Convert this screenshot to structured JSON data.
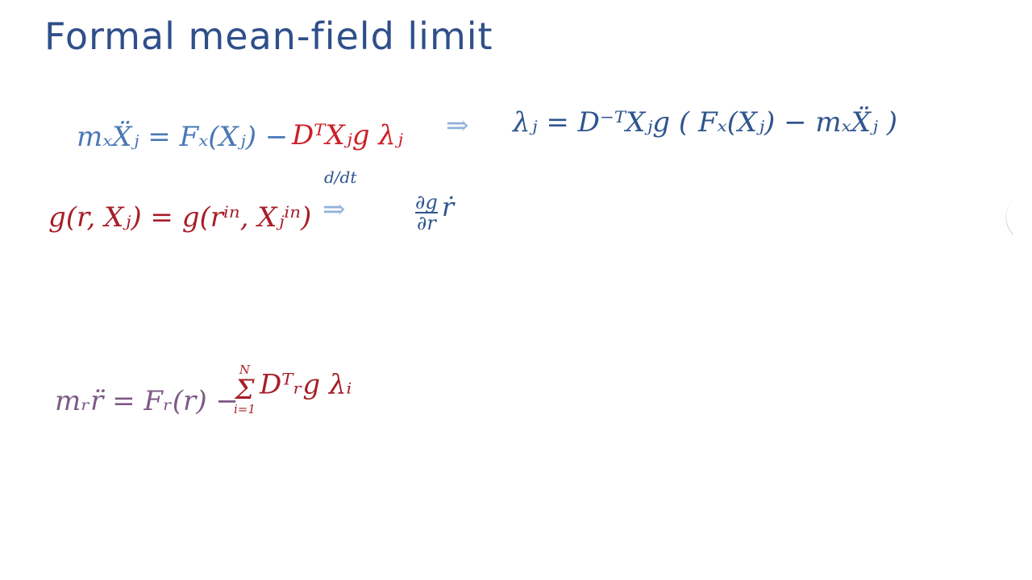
{
  "title": "Formal mean-field limit",
  "eq1": {
    "lhs": "mₓẌⱼ = Fₓ(Xⱼ) −",
    "rhs": "DᵀXⱼg λⱼ"
  },
  "implies1": "⇒",
  "eq2": "λⱼ = D⁻ᵀXⱼg ( Fₓ(Xⱼ) − mₓẌⱼ )",
  "eq3": "g(r, Xⱼ) = g(rⁱⁿ, Xⱼⁱⁿ)",
  "implies2": "⇒",
  "ddt": "d/dt",
  "eq4": {
    "num": "∂g",
    "den": "∂r",
    "rest": "ṙ"
  },
  "eq5": {
    "lhs": "mᵣr̈ = Fᵣ(r) −",
    "sum_top": "N",
    "sum_bottom": "i=1",
    "sum": "Σ",
    "rest": "Dᵀᵣg λᵢ"
  },
  "colors": {
    "title": "#2f4f8a",
    "blue": "#4a78b5",
    "red": "#cc1f27",
    "purple": "#7d5a85",
    "arrow": "#8fb0da"
  }
}
